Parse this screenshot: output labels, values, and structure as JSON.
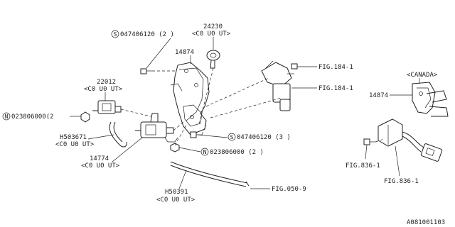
{
  "labels": {
    "p24230": "24230",
    "p24230_sub": "<C0 U0 UT>",
    "s047406120_2": "047406120 (2 )",
    "p14874_main": "14874",
    "p22012": "22012",
    "p22012_sub": "<C0 U0 UT>",
    "n023806000_2_left": "023806000(2",
    "h503671": "H503671",
    "h503671_sub": "<C0 U0 UT>",
    "p14774": "14774",
    "p14774_sub": "<C0 U0 UT>",
    "s047406120_3": "047406120 (3 )",
    "n023806000_2_mid": "023806000 (2 )",
    "h50391": "H50391",
    "h50391_sub": "<C0 U0 UT>",
    "fig050_9": "FIG.050-9",
    "fig184_1_top": "FIG.184-1",
    "fig184_1_mid": "FIG.184-1",
    "canada": "<CANADA>",
    "p14874_canada": "14874",
    "fig836_1_left": "FIG.836-1",
    "fig836_1_right": "FIG.836-1",
    "diagram_id": "A081001103"
  },
  "symbols": {
    "s": "S",
    "n": "N"
  },
  "icons": [
    "screw-s-symbol-icon",
    "nut-n-symbol-icon"
  ]
}
